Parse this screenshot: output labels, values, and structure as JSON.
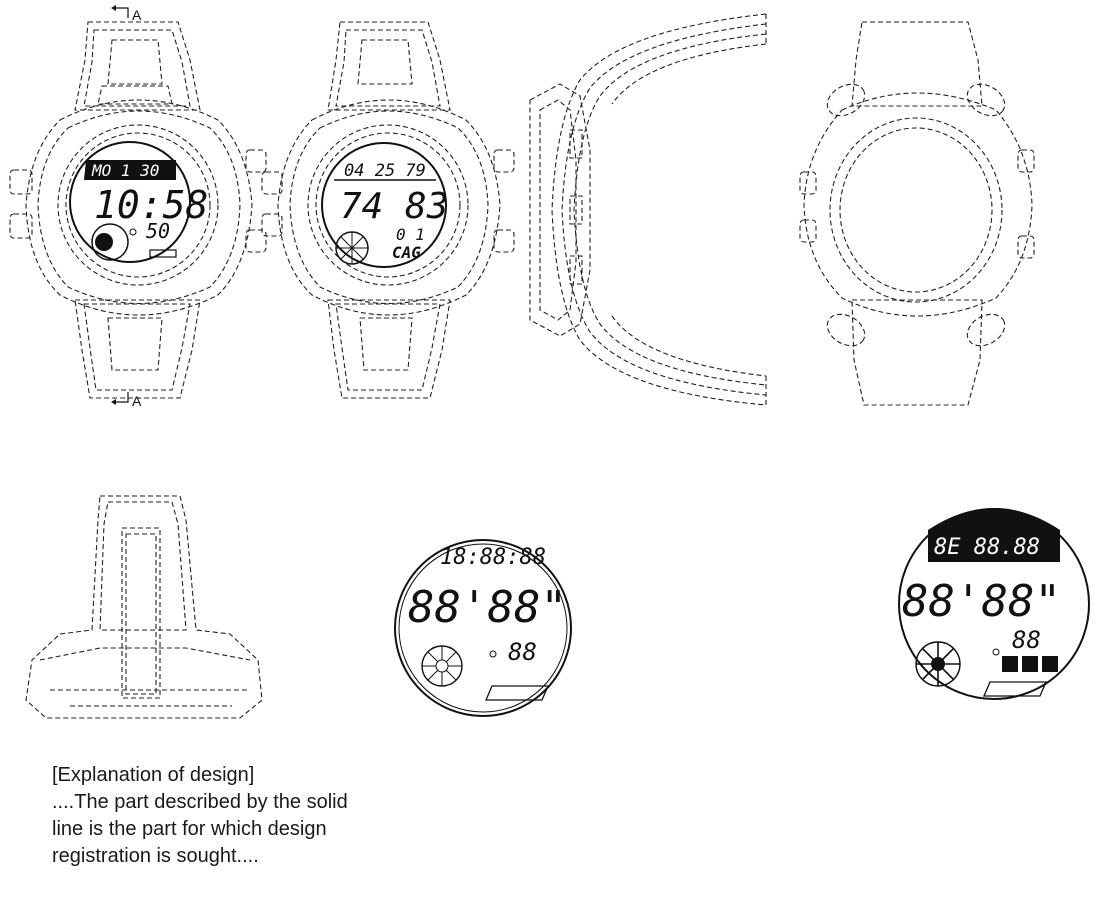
{
  "section_labels": {
    "top": "A",
    "bottom": "A"
  },
  "front_view": {
    "date_line": "MO 1 30",
    "time": "10:58",
    "seconds": "50"
  },
  "back_view": {
    "date_line": "04 25 79",
    "main_digits": "74 83",
    "small_digits": "0 1",
    "brand": "CAG"
  },
  "display_detail_1": {
    "top_line": "18:88:88",
    "main_digits": "88'88\"",
    "small_digits": "88"
  },
  "display_detail_2": {
    "top_line": "8E 88.88",
    "main_digits": "88'88\"",
    "small_digits": "88"
  },
  "explanation": {
    "heading": "[Explanation of design]",
    "lines": [
      "....The part described by the solid",
      "line is the part for which design",
      "registration is sought...."
    ]
  }
}
